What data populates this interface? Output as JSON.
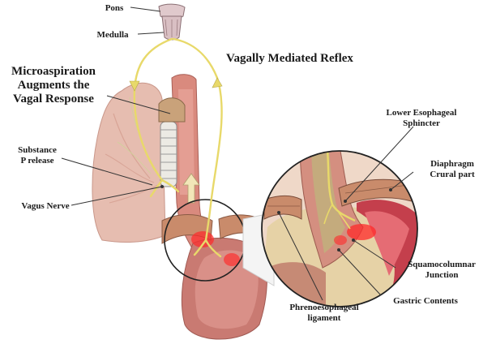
{
  "labels": {
    "pons": "Pons",
    "medulla": "Medulla",
    "title": "Vagally Mediated Reflex",
    "micro_line1": "Microaspiration",
    "micro_line2": "Augments the",
    "micro_line3": "Vagal Response",
    "substance_line1": "Substance",
    "substance_line2": "P release",
    "vagus": "Vagus Nerve",
    "les_line1": "Lower Esophageal",
    "les_line2": "Sphincter",
    "diaphragm_line1": "Diaphragm",
    "diaphragm_line2": "Crural part",
    "sqc_line1": "Squamocolumnar",
    "sqc_line2": "Junction",
    "gastric": "Gastric Contents",
    "phreno_line1": "Phrenoesophageal",
    "phreno_line2": "ligament"
  },
  "colors": {
    "nerve": "#e8d96a",
    "lung": "#e6bdb0",
    "esophagus": "#d98a7e",
    "stomach": "#c97a72",
    "inflammation": "#ff2a2a",
    "gastric_fluid": "#e6d2a6",
    "diaphragm": "#c98b6b"
  }
}
